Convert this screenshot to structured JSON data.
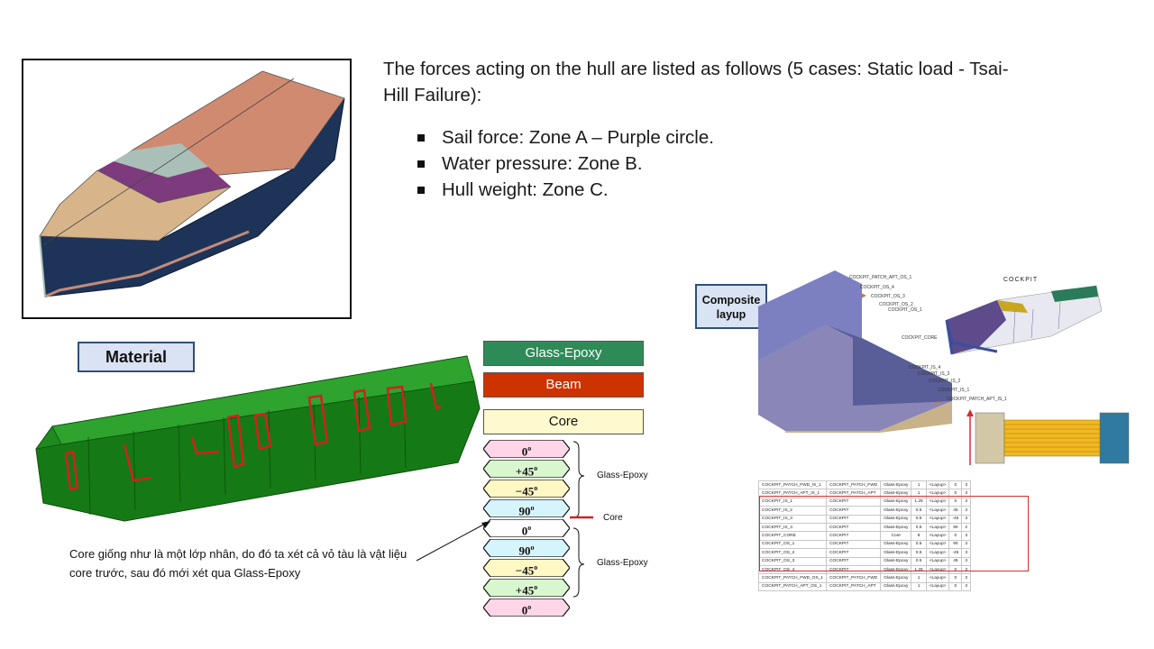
{
  "intro": "The forces acting on the hull are listed as follows (5 cases: Static load - Tsai-Hill Failure):",
  "bullets": [
    "Sail force: Zone A – Purple circle.",
    "Water pressure: Zone B.",
    "Hull weight: Zone C."
  ],
  "material_label": "Material",
  "legend": {
    "glass": "Glass-Epoxy",
    "beam": "Beam",
    "core": "Core"
  },
  "plies": [
    {
      "angle": "0",
      "color": "#ffd6e8"
    },
    {
      "angle": "+45",
      "color": "#d9f7cf"
    },
    {
      "angle": "−45",
      "color": "#fff8c4"
    },
    {
      "angle": "90",
      "color": "#d6f4fb"
    },
    {
      "angle": "0",
      "color": "#ffffff"
    },
    {
      "angle": "90",
      "color": "#d6f4fb"
    },
    {
      "angle": "−45",
      "color": "#fff8c4"
    },
    {
      "angle": "+45",
      "color": "#d9f7cf"
    },
    {
      "angle": "0",
      "color": "#ffd6e8"
    }
  ],
  "stack_labels": {
    "top": "Glass-Epoxy",
    "core": "Core",
    "bottom": "Glass-Epoxy"
  },
  "note": "Core giống như là một lớp nhân, do đó ta xét cả vỏ tàu là vật liệu core trước, sau đó mới xét qua Glass-Epoxy",
  "composite_label": "Composite layup",
  "cockpit_label": "COCKPIT",
  "layup_labels": [
    "COCKPIT_PATCH_APT_OS_1",
    "COCKPIT_OS_4",
    "COCKPIT_OS_3",
    "COCKPIT_OS_2",
    "COCKPIT_OS_1",
    "COCKPIT_CORE",
    "COCKPIT_IS_4",
    "COCKPIT_IS_3",
    "COCKPIT_IS_2",
    "COCKPIT_IS_1",
    "COCKPIT_PATCH_APT_IS_1"
  ],
  "table": {
    "rows": [
      [
        "COCKPIT_PATCH_FWD_IS_1",
        "COCKPIT_PATCH_FWD",
        "Glass-Epoxy",
        "1",
        "<Layup>",
        "0",
        "3"
      ],
      [
        "COCKPIT_PATCH_APT_IS_1",
        "COCKPIT_PATCH_APT",
        "Glass-Epoxy",
        "1",
        "<Layup>",
        "0",
        "3"
      ],
      [
        "COCKPIT_IS_1",
        "COCKPIT",
        "Glass-Epoxy",
        "1.25",
        "<Layup>",
        "0",
        "3"
      ],
      [
        "COCKPIT_IS_2",
        "COCKPIT",
        "Glass-Epoxy",
        "0.5",
        "<Layup>",
        "45",
        "3"
      ],
      [
        "COCKPIT_IS_3",
        "COCKPIT",
        "Glass-Epoxy",
        "0.5",
        "<Layup>",
        "-45",
        "3"
      ],
      [
        "COCKPIT_IS_4",
        "COCKPIT",
        "Glass-Epoxy",
        "0.5",
        "<Layup>",
        "90",
        "2"
      ],
      [
        "COCKPIT_CORE",
        "COCKPIT",
        "Core",
        "8",
        "<Layup>",
        "0",
        "3"
      ],
      [
        "COCKPIT_OS_1",
        "COCKPIT",
        "Glass-Epoxy",
        "0.5",
        "<Layup>",
        "90",
        "3"
      ],
      [
        "COCKPIT_OS_2",
        "COCKPIT",
        "Glass-Epoxy",
        "0.5",
        "<Layup>",
        "-45",
        "3"
      ],
      [
        "COCKPIT_OS_3",
        "COCKPIT",
        "Glass-Epoxy",
        "0.5",
        "<Layup>",
        "45",
        "3"
      ],
      [
        "COCKPIT_OS_4",
        "COCKPIT",
        "Glass-Epoxy",
        "1.25",
        "<Layup>",
        "0",
        "3"
      ],
      [
        "COCKPIT_PATCH_FWD_OS_1",
        "COCKPIT_PATCH_FWD",
        "Glass-Epoxy",
        "1",
        "<Layup>",
        "0",
        "3"
      ],
      [
        "COCKPIT_PATCH_APT_OS_1",
        "COCKPIT_PATCH_APT",
        "Glass-Epoxy",
        "1",
        "<Layup>",
        "0",
        "3"
      ]
    ]
  }
}
